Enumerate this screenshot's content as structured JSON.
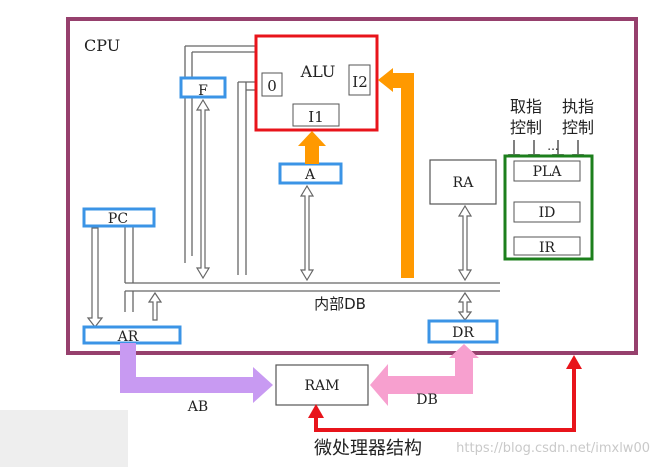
{
  "diagram": {
    "title": "微处理器结构",
    "cpu_label": "CPU",
    "alu": {
      "label": "ALU",
      "left_input": "0",
      "right_input": "I2",
      "bottom_input": "I1"
    },
    "registers": {
      "f": "F",
      "a": "A",
      "pc": "PC",
      "ar": "AR",
      "ra": "RA",
      "dr": "DR"
    },
    "control": {
      "pla": "PLA",
      "id": "ID",
      "ir": "IR",
      "fetch_ctrl": [
        "取指",
        "控制"
      ],
      "exec_ctrl": [
        "执指",
        "控制"
      ],
      "ellipsis": "..."
    },
    "bus_internal": "内部DB",
    "ram": "RAM",
    "bus_ab": "AB",
    "bus_db": "DB",
    "watermark": "https://blog.csdn.net/imxlw00"
  },
  "colors": {
    "cpu_border": "#96406d",
    "alu_border": "#e8141b",
    "register_border": "#3b94e6",
    "control_border": "#1c7f1c",
    "arrow_orange": "#ff9900",
    "arrow_purple": "#c89af2",
    "arrow_pink": "#f7a0cf",
    "arrow_red": "#e8141b",
    "ink": "#555555"
  }
}
